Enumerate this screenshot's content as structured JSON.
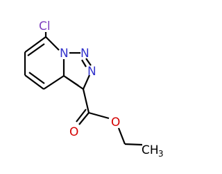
{
  "molecule": {
    "atoms": {
      "chlorine": {
        "label": "Cl",
        "color": "#7f3fbf"
      },
      "n_bridge": {
        "label": "N",
        "color": "#3333cc"
      },
      "n_2": {
        "label": "N",
        "color": "#3333cc"
      },
      "n_3": {
        "label": "N",
        "color": "#3333cc"
      },
      "o_carbonyl": {
        "label": "O",
        "color": "#d40000"
      },
      "o_ester": {
        "label": "O",
        "color": "#d40000"
      },
      "methyl": {
        "label": "CH",
        "subscript": "3",
        "color": "#000000"
      }
    },
    "bond_color": "#000000"
  }
}
